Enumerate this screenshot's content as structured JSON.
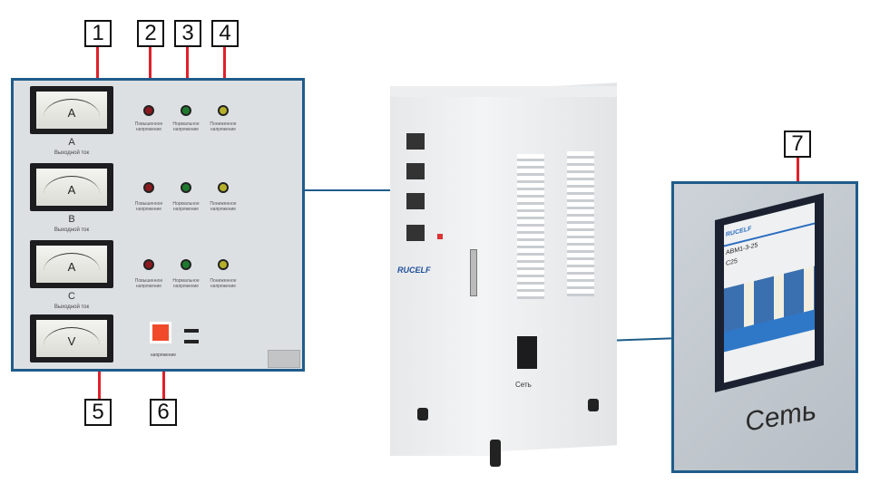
{
  "callouts": [
    "1",
    "2",
    "3",
    "4",
    "5",
    "6",
    "7"
  ],
  "panel": {
    "meters": [
      {
        "unit": "A",
        "phase": "A",
        "caption": "Выходной ток"
      },
      {
        "unit": "A",
        "phase": "B",
        "caption": "Выходной ток"
      },
      {
        "unit": "A",
        "phase": "C",
        "caption": "Выходной ток"
      },
      {
        "unit": "V"
      }
    ],
    "indicators": [
      {
        "label": "Повышенное напряжение",
        "color": "#8a1a1f"
      },
      {
        "label": "Нормальное напряжение",
        "color": "#1e7a2e"
      },
      {
        "label": "Пониженное напряжение",
        "color": "#b5b02a"
      }
    ],
    "button_label": "напряжение",
    "button_color": "#f04a2a"
  },
  "cabinet": {
    "brand": "RUCELF",
    "net_label": "Сеть"
  },
  "breaker": {
    "brand": "RUCELF",
    "model": "АВМ1-3-25",
    "rating": "C25",
    "net_label": "Сеть"
  }
}
